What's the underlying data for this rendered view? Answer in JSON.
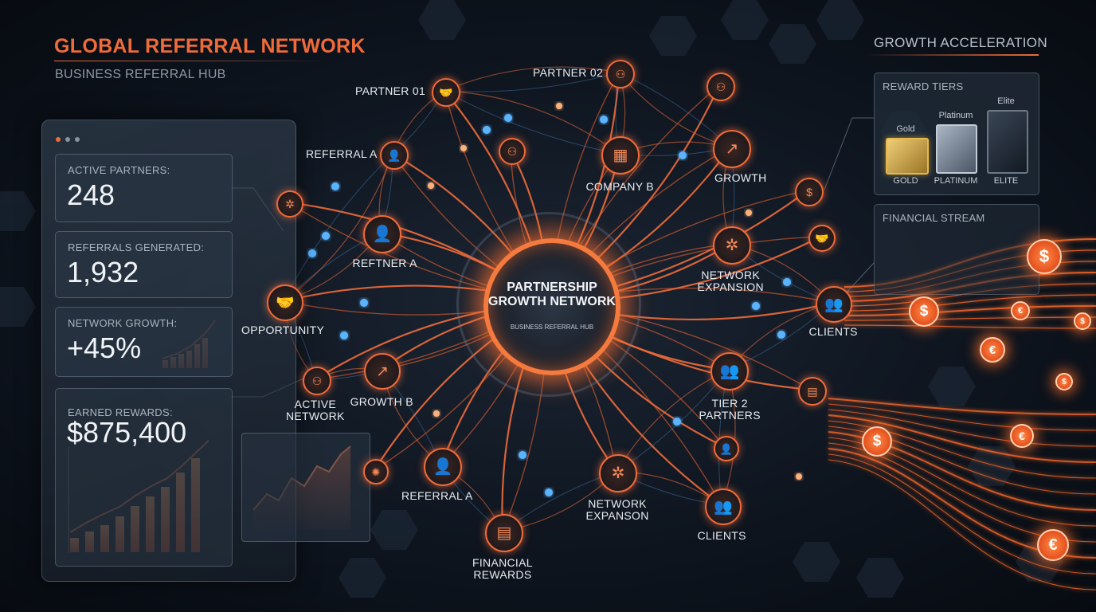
{
  "header": {
    "title": "GLOBAL REFERRAL NETWORK",
    "subtitle": "BUSINESS REFERRAL HUB"
  },
  "stats": {
    "active_partners": {
      "label": "ACTIVE PARTNERS:",
      "value": "248"
    },
    "referrals_generated": {
      "label": "REFERRALS GENERATED:",
      "value": "1,932"
    },
    "network_growth": {
      "label": "NETWORK GROWTH:",
      "value": "+45%"
    },
    "earned_rewards": {
      "label": "EARNED REWARDS:",
      "value": "$875,400"
    }
  },
  "hub": {
    "title": "PARTNERSHIP GROWTH NETWORK",
    "subtitle": "BUSINESS REFERRAL HUB"
  },
  "nodes": [
    {
      "id": "partner01",
      "label": "PARTNER 01",
      "icon": "handshake-icon",
      "glyph": "🤝"
    },
    {
      "id": "partner02",
      "label": "PARTNER 02",
      "icon": "org-chart-icon",
      "glyph": "⚇"
    },
    {
      "id": "referral_a_top",
      "label": "REFERRAL A",
      "icon": "person-icon",
      "glyph": "👤"
    },
    {
      "id": "company_b",
      "label": "COMPANY B",
      "icon": "building-icon",
      "glyph": "▦"
    },
    {
      "id": "growth",
      "label": "GROWTH",
      "icon": "growth-chart-icon",
      "glyph": "↗"
    },
    {
      "id": "reftner_a",
      "label": "REFTNER A",
      "icon": "person-icon",
      "glyph": "👤"
    },
    {
      "id": "network_expansion",
      "label": "NETWORK EXPANSION",
      "icon": "network-icon",
      "glyph": "✲"
    },
    {
      "id": "opportunity",
      "label": "OPPORTUNITY",
      "icon": "handshake-icon",
      "glyph": "🤝"
    },
    {
      "id": "clients_right",
      "label": "CLIENTS",
      "icon": "people-group-icon",
      "glyph": "👥"
    },
    {
      "id": "active_network",
      "label": "ACTIVE NETWORK",
      "icon": "org-chart-icon",
      "glyph": "⚇"
    },
    {
      "id": "growth_b",
      "label": "GROWTH B",
      "icon": "growth-chart-icon",
      "glyph": "↗"
    },
    {
      "id": "tier2_partners",
      "label": "TIER 2 PARTNERS",
      "icon": "people-group-icon",
      "glyph": "👥"
    },
    {
      "id": "referral_a_bottom",
      "label": "REFERRAL A",
      "icon": "person-icon",
      "glyph": "👤"
    },
    {
      "id": "network_expanson",
      "label": "NETWORK EXPANSON",
      "icon": "network-icon",
      "glyph": "✲"
    },
    {
      "id": "clients_bottom",
      "label": "CLIENTS",
      "icon": "people-group-icon",
      "glyph": "👥"
    },
    {
      "id": "financial_rewards",
      "label": "FINANCIAL REWARDS",
      "icon": "money-stack-icon",
      "glyph": "▤"
    }
  ],
  "growth_acceleration": {
    "title": "GROWTH ACCELERATION",
    "reward_tiers": {
      "label": "REWARD TIERS",
      "tiers": [
        {
          "name": "Gold",
          "caption": "GOLD"
        },
        {
          "name": "Platinum",
          "caption": "PLATINUM"
        },
        {
          "name": "Elite",
          "caption": "ELITE"
        }
      ]
    },
    "financial_stream": {
      "label": "FINANCIAL STREAM"
    }
  },
  "currency_symbols": {
    "dollar": "$",
    "euro": "€"
  },
  "colors": {
    "accent": "#f06b3a",
    "glow": "#ff7a35",
    "link_blue": "#4aa3ff",
    "background": "#0e151f"
  }
}
